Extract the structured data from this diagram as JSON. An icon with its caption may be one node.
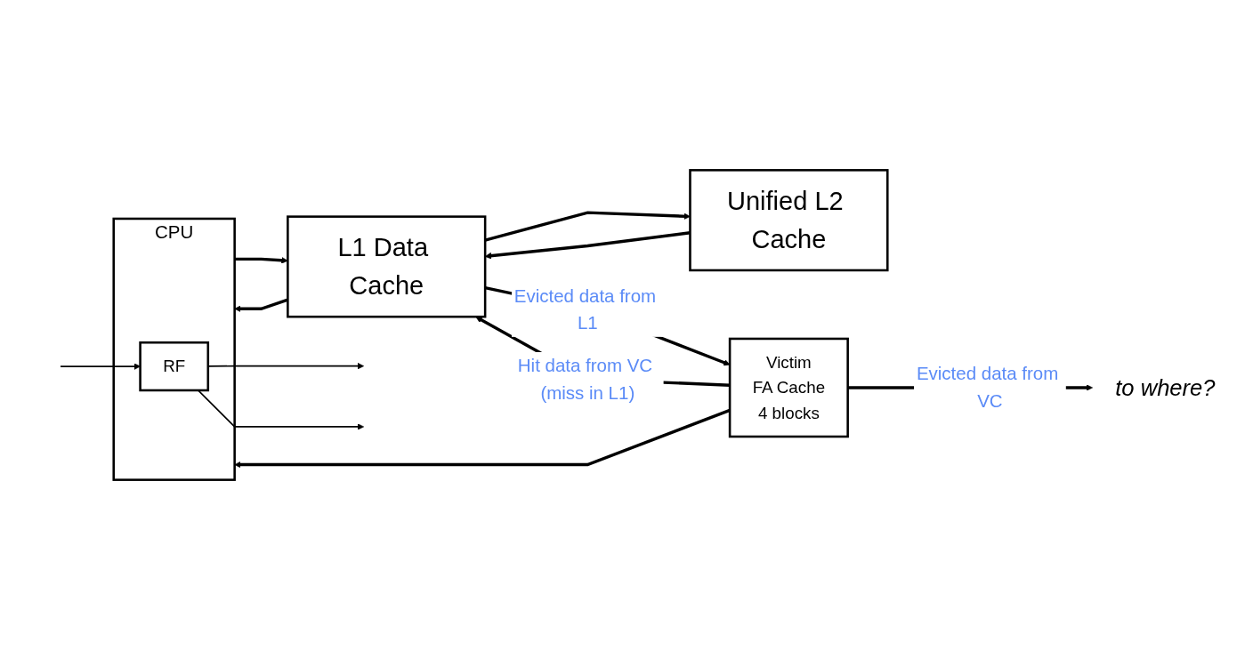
{
  "diagram": {
    "nodes": [
      {
        "text": [
          "CPU"
        ]
      },
      {
        "text": [
          "RF"
        ],
        "in": 0
      },
      {
        "text": [
          "L1 Data Cache"
        ]
      },
      {
        "text": [
          "Unified L2 Cache"
        ]
      },
      {
        "text": [
          "Victim",
          "FA Cache",
          "4 blocks"
        ]
      },
      {
        "text": [
          "to where?"
        ]
      }
    ],
    "edges": [
      {
        "from": 1,
        "to": null,
        "arrow": "to"
      },
      {
        "from": 1,
        "to": null,
        "arrow": "to"
      },
      {
        "from": null,
        "to": 1,
        "arrow": "to"
      },
      {
        "from": 0,
        "to": 2,
        "arrow": "to"
      },
      {
        "from": 2,
        "to": 0,
        "arrow": "to"
      },
      {
        "from": 3,
        "to": 2,
        "arrow": "to"
      },
      {
        "from": 2,
        "to": 3,
        "arrow": "to"
      },
      {
        "from": 2,
        "to": 4,
        "label": "Evicted data from L1",
        "arrow": "to"
      },
      {
        "from": 4,
        "to": 2,
        "label": "Hit data from VC (miss in L1)",
        "arrow": "to"
      },
      {
        "from": 4,
        "to": 0,
        "arrow": "to"
      },
      {
        "from": 4,
        "to": 5,
        "label": "Evicted data from VC",
        "arrow": "to"
      }
    ]
  }
}
